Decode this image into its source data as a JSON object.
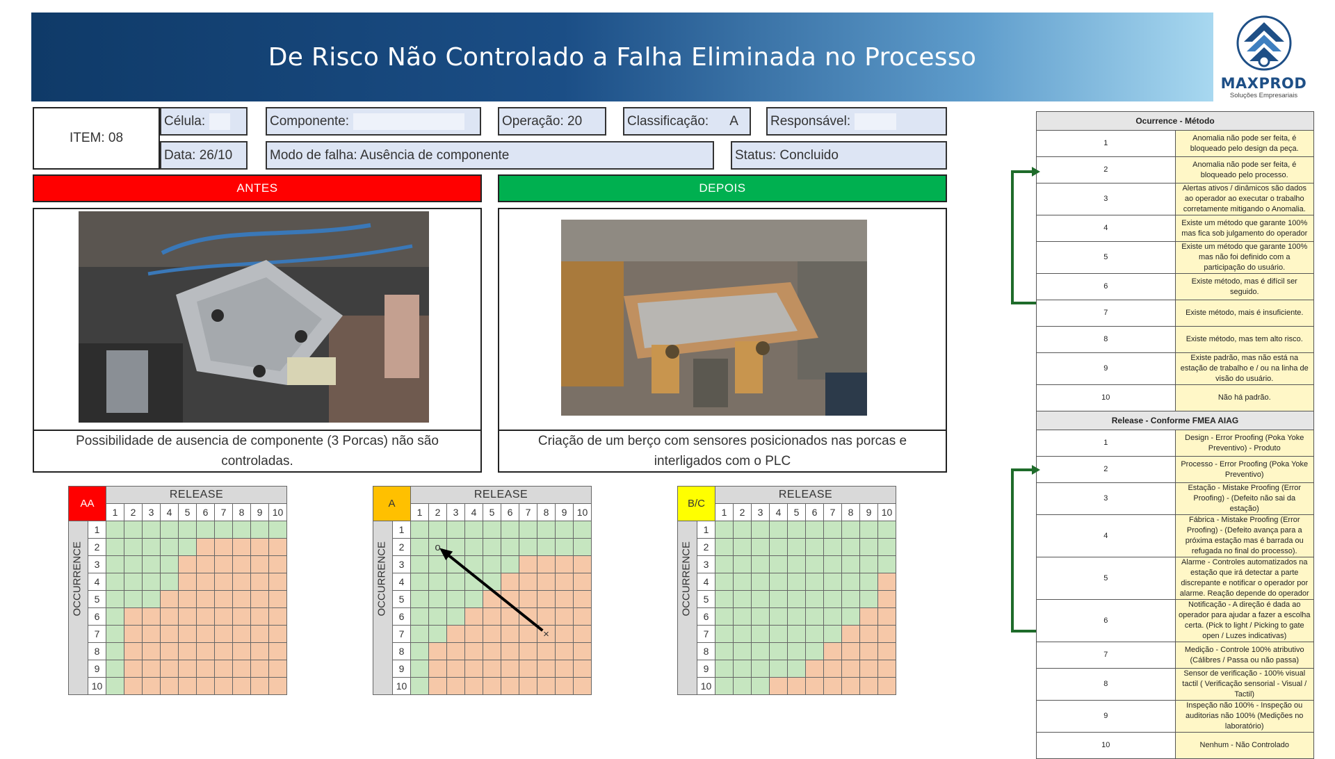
{
  "header": {
    "title": "De Risco Não Controlado a Falha Eliminada no Processo"
  },
  "logo": {
    "name": "MAXPROD",
    "tagline": "Soluções Empresariais"
  },
  "info": {
    "item": "ITEM: 08",
    "celula": "Célula:",
    "data": "Data: 26/10",
    "componente": "Componente:",
    "operacao": "Operação: 20",
    "classificacao_label": "Classificação:",
    "classificacao_value": "A",
    "responsavel": "Responsável:",
    "modo_falha": "Modo de falha: Ausência de componente",
    "status": "Status: Concluido"
  },
  "antes": {
    "label": "ANTES",
    "caption": "Possibilidade de ausencia de componente (3 Porcas) não são controladas."
  },
  "depois": {
    "label": "DEPOIS",
    "caption": "Criação de um berço com sensores posicionados nas porcas e interligados com o PLC"
  },
  "colors": {
    "antes": "#ff0000",
    "depois": "#00b050",
    "aa": "#ff0000",
    "a": "#ffc000",
    "bc": "#ffff00",
    "green_cell": "#c6e6c0",
    "orange_cell": "#f6c8a8",
    "ref_row": "#fff7c7",
    "arrow": "#1e6b2a"
  },
  "matrices": [
    {
      "key": "aa",
      "tag": "AA",
      "release_label": "RELEASE",
      "occurrence_label": "OCCURRENCE",
      "cols": [
        1,
        2,
        3,
        4,
        5,
        6,
        7,
        8,
        9,
        10
      ],
      "rows": [
        1,
        2,
        3,
        4,
        5,
        6,
        7,
        8,
        9,
        10
      ],
      "thresholds": [
        10,
        5,
        4,
        4,
        3,
        1,
        1,
        1,
        1,
        1
      ]
    },
    {
      "key": "a",
      "tag": "A",
      "release_label": "RELEASE",
      "occurrence_label": "OCCURRENCE",
      "cols": [
        1,
        2,
        3,
        4,
        5,
        6,
        7,
        8,
        9,
        10
      ],
      "rows": [
        1,
        2,
        3,
        4,
        5,
        6,
        7,
        8,
        9,
        10
      ],
      "thresholds": [
        10,
        10,
        6,
        5,
        4,
        3,
        2,
        1,
        1,
        1
      ],
      "markers": {
        "from_symbol": "o",
        "from": {
          "occurrence": 2,
          "release": 2
        },
        "to_symbol": "×",
        "to": {
          "occurrence": 7,
          "release": 8
        }
      }
    },
    {
      "key": "bc",
      "tag": "B/C",
      "release_label": "RELEASE",
      "occurrence_label": "OCCURRENCE",
      "cols": [
        1,
        2,
        3,
        4,
        5,
        6,
        7,
        8,
        9,
        10
      ],
      "rows": [
        1,
        2,
        3,
        4,
        5,
        6,
        7,
        8,
        9,
        10
      ],
      "thresholds": [
        10,
        10,
        10,
        9,
        9,
        8,
        7,
        6,
        5,
        3
      ]
    }
  ],
  "occurrence_table": {
    "title": "Ocurrence - Método",
    "rows": [
      {
        "n": "1",
        "text": "Anomalia não pode ser feita, é bloqueado pelo design da peça."
      },
      {
        "n": "2",
        "text": "Anomalia não pode ser feita, é bloqueado pelo processo."
      },
      {
        "n": "3",
        "text": "Alertas ativos / dinâmicos são dados ao operador ao executar o trabalho corretamente mitigando o Anomalia."
      },
      {
        "n": "4",
        "text": "Existe um método que garante 100% mas fica sob julgamento do operador"
      },
      {
        "n": "5",
        "text": "Existe um método que garante 100% mas não foi definido com a participação do usuário."
      },
      {
        "n": "6",
        "text": "Existe método, mas é difícil ser seguido."
      },
      {
        "n": "7",
        "text": "Existe método, mais é insuficiente."
      },
      {
        "n": "8",
        "text": "Existe método, mas tem alto risco."
      },
      {
        "n": "9",
        "text": "Existe padrão, mas não está na estação de trabalho e / ou na linha de visão do usuário."
      },
      {
        "n": "10",
        "text": "Não há padrão."
      }
    ]
  },
  "release_table": {
    "title": "Release - Conforme FMEA AIAG",
    "rows": [
      {
        "n": "1",
        "text": "Design - Error Proofing (Poka Yoke Preventivo) - Produto"
      },
      {
        "n": "2",
        "text": "Processo - Error Proofing (Poka Yoke Preventivo)"
      },
      {
        "n": "3",
        "text": "Estação - Mistake Proofing (Error Proofing) - (Defeito não sai da estação)"
      },
      {
        "n": "4",
        "text": "Fábrica - Mistake Proofing (Error Proofing) - (Defeito avança para a próxima estação mas é barrada ou refugada no final do processo)."
      },
      {
        "n": "5",
        "text": "Alarme - Controles automatizados na estação que irá detectar a parte discrepante e notificar o operador por alarme. Reação depende do operador"
      },
      {
        "n": "6",
        "text": "Notificação - A direção é dada ao operador para ajudar a fazer a escolha certa. (Pick to light / Picking to gate open / Luzes indicativas)"
      },
      {
        "n": "7",
        "text": "Medição - Controle 100% atributivo (Cálibres / Passa ou não passa)"
      },
      {
        "n": "8",
        "text": "Sensor de verificação - 100% visual tactil ( Verificação sensorial - Visual / Tactil)"
      },
      {
        "n": "9",
        "text": "Inspeção não 100% - Inspeção ou auditorias não 100% (Medições no laboratório)"
      },
      {
        "n": "10",
        "text": "Nenhum - Não Controlado"
      }
    ]
  }
}
